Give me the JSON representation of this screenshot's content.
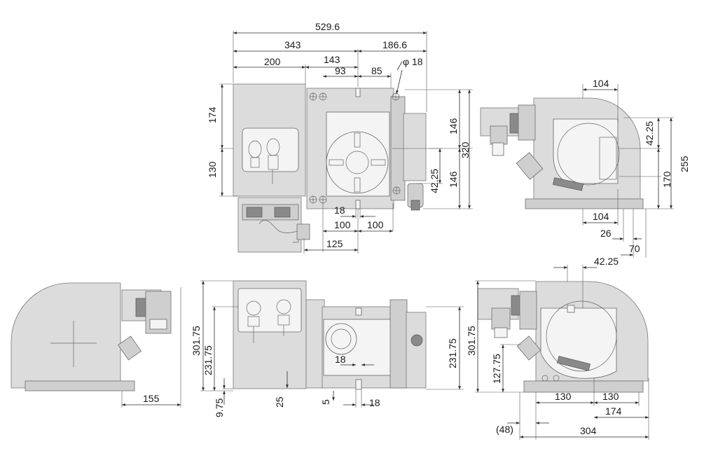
{
  "dimensions": {
    "top_view": {
      "overall_width": "529.6",
      "left_width": "343",
      "right_width": "186.6",
      "d_200": "200",
      "d_143": "143",
      "d_93": "93",
      "d_85": "85",
      "hole_dia": "φ 18",
      "d_174": "174",
      "d_130": "130",
      "d_146_upper": "146",
      "d_146_lower": "146",
      "d_320": "320",
      "d_42_25": "42.25",
      "d_18": "18",
      "d_100_left": "100",
      "d_100_right": "100",
      "d_125": "125"
    },
    "right_view": {
      "d_104_top": "104",
      "d_42_25": "42.25",
      "d_255": "255",
      "d_170": "170",
      "d_104_bottom": "104",
      "d_26": "26",
      "d_70": "70"
    },
    "left_side_view": {
      "d_155": "155"
    },
    "front_view": {
      "d_301_75": "301.75",
      "d_231_75_left": "231.75",
      "d_231_75_right": "231.75",
      "d_9_75": "9.75",
      "d_25": "25",
      "d_5": "5",
      "d_18_bottom": "18",
      "d_18_slot": "18"
    },
    "right_side_view": {
      "d_42_25": "42.25",
      "d_301_75": "301.75",
      "d_127_75": "127.75",
      "d_130_left": "130",
      "d_130_right": "130",
      "d_174": "174",
      "d_48": "(48)",
      "d_304": "304"
    }
  }
}
